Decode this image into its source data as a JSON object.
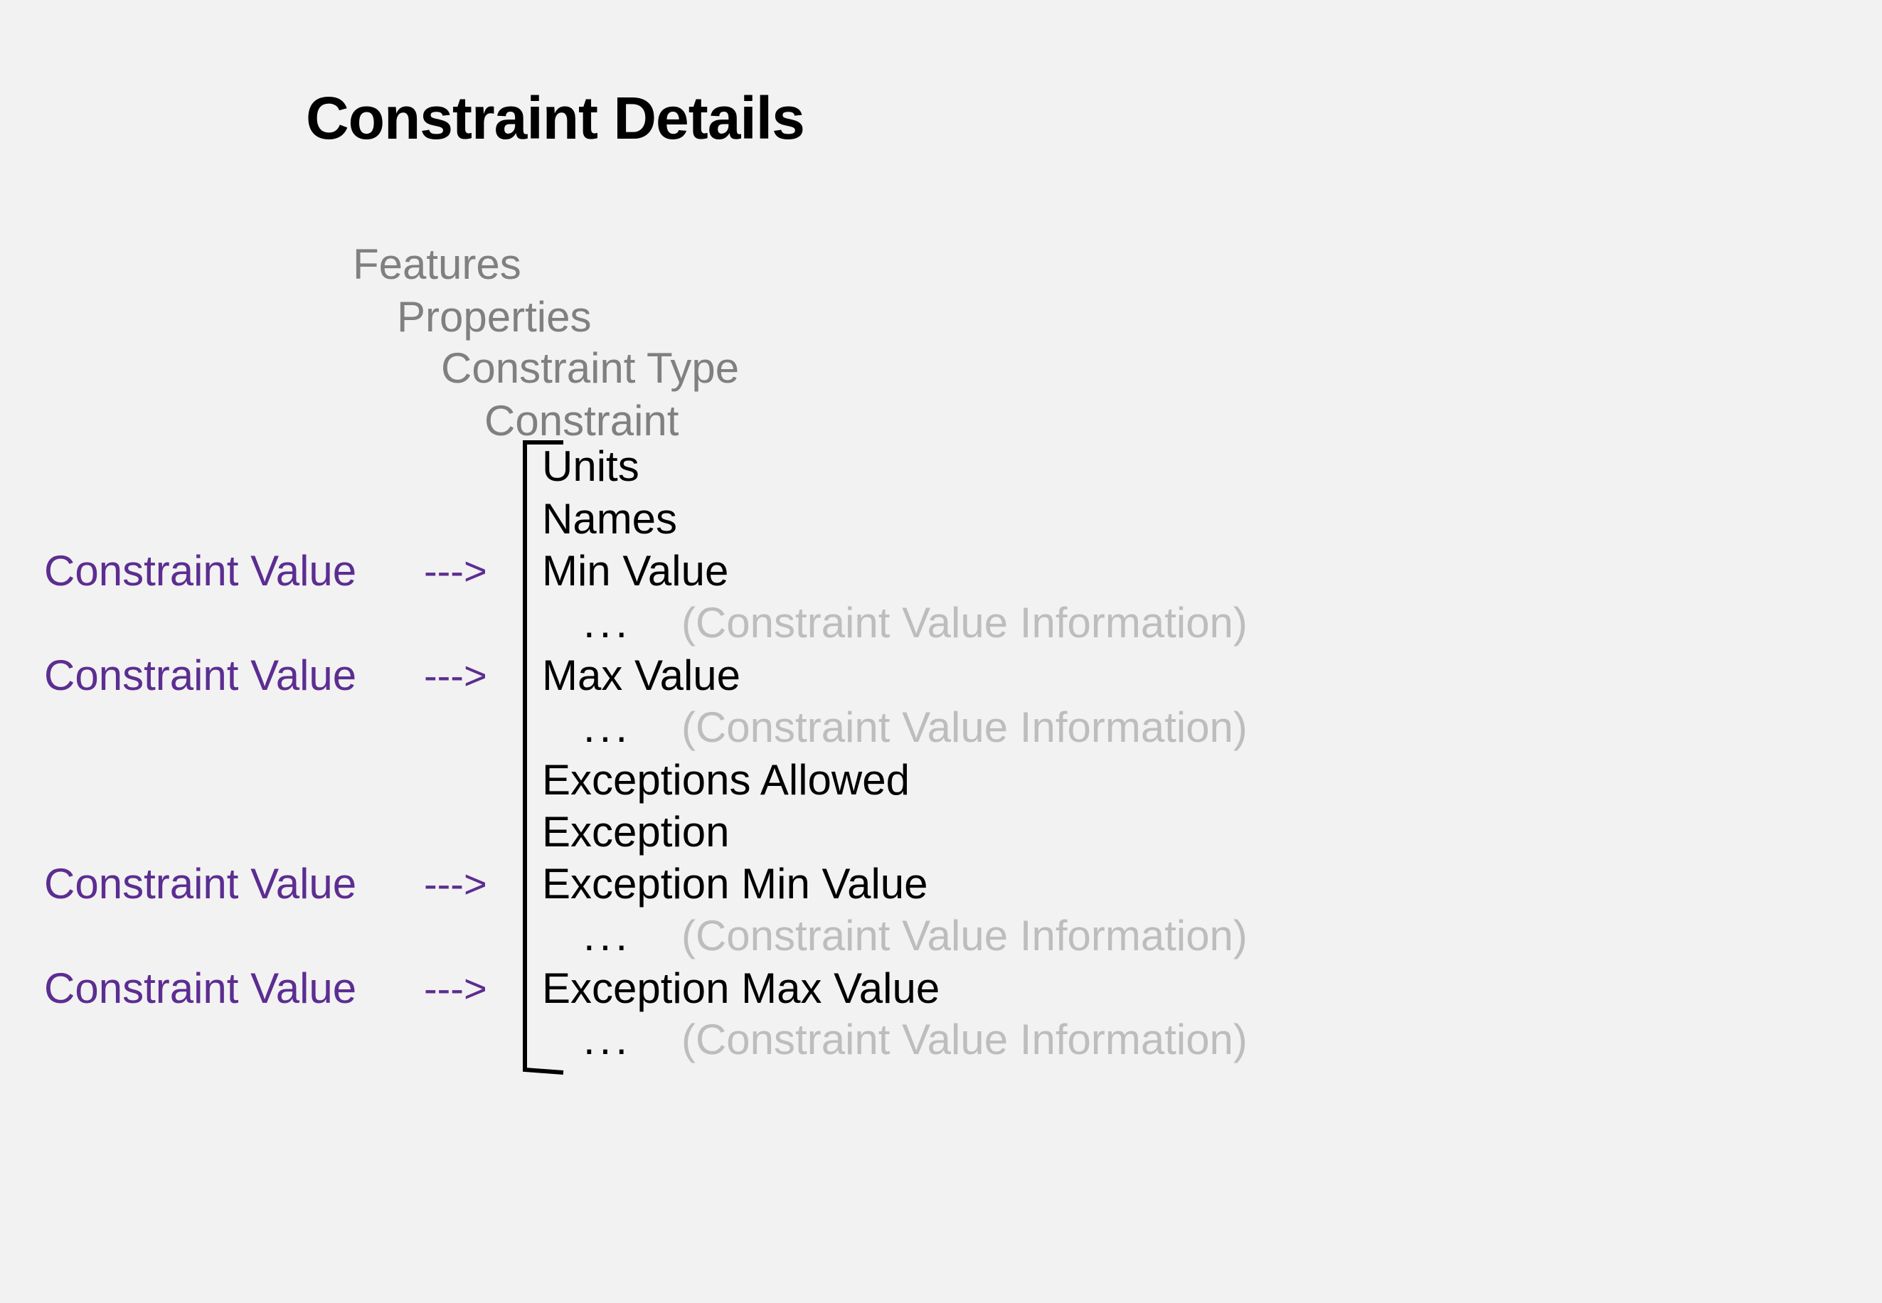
{
  "title": "Constraint Details",
  "hierarchy": [
    "Features",
    "Properties",
    "Constraint Type",
    "Constraint"
  ],
  "items": [
    "Units",
    "Names",
    "Min Value",
    "Max Value",
    "Exceptions Allowed",
    "Exception",
    "Exception Min Value",
    "Exception Max Value"
  ],
  "ellipsis": "...",
  "info_text": "(Constraint Value Information)",
  "pointer_label": "Constraint Value",
  "pointer_arrow": "--->",
  "colors": {
    "background": "#f2f2f2",
    "title": "#000000",
    "hierarchy": "#808080",
    "item": "#000000",
    "info": "#bdbdbd",
    "pointer": "#5c2d91"
  }
}
